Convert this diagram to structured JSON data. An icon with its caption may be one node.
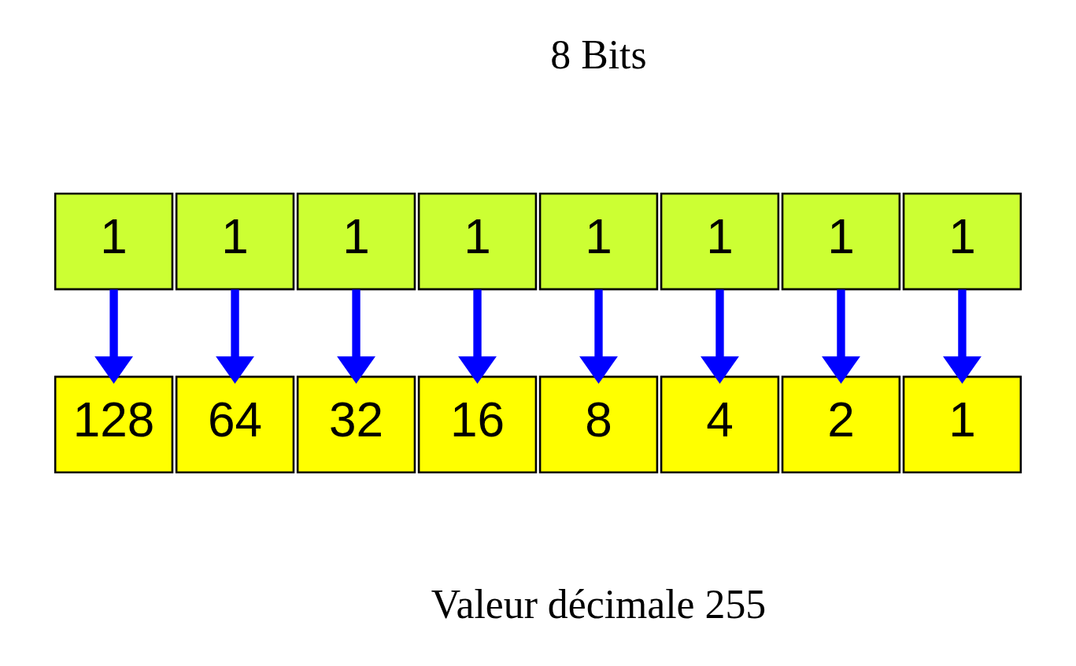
{
  "diagram": {
    "nodes": [
      {
        "text": [
          "1"
        ]
      },
      {
        "text": [
          "1"
        ]
      },
      {
        "text": [
          "1"
        ]
      },
      {
        "text": [
          "1"
        ]
      },
      {
        "text": [
          "1"
        ]
      },
      {
        "text": [
          "1"
        ]
      },
      {
        "text": [
          "1"
        ]
      },
      {
        "text": [
          "1"
        ]
      },
      {
        "text": [
          "128"
        ]
      },
      {
        "text": [
          "64"
        ]
      },
      {
        "text": [
          "32"
        ]
      },
      {
        "text": [
          "16"
        ]
      },
      {
        "text": [
          "8"
        ]
      },
      {
        "text": [
          "4"
        ]
      },
      {
        "text": [
          "2"
        ]
      },
      {
        "text": [
          "1"
        ]
      }
    ],
    "edges": [
      {
        "from": 0,
        "to": 8,
        "arrow": "to"
      },
      {
        "from": 1,
        "to": 9,
        "arrow": "to"
      },
      {
        "from": 2,
        "to": 10,
        "arrow": "to"
      },
      {
        "from": 3,
        "to": 11,
        "arrow": "to"
      },
      {
        "from": 4,
        "to": 12,
        "arrow": "to"
      },
      {
        "from": 5,
        "to": 13,
        "arrow": "to"
      },
      {
        "from": 6,
        "to": 14,
        "arrow": "to"
      },
      {
        "from": 7,
        "to": 15,
        "arrow": "to"
      }
    ],
    "labels": [
      "8 Bits",
      "Valeur décimale 255"
    ]
  }
}
